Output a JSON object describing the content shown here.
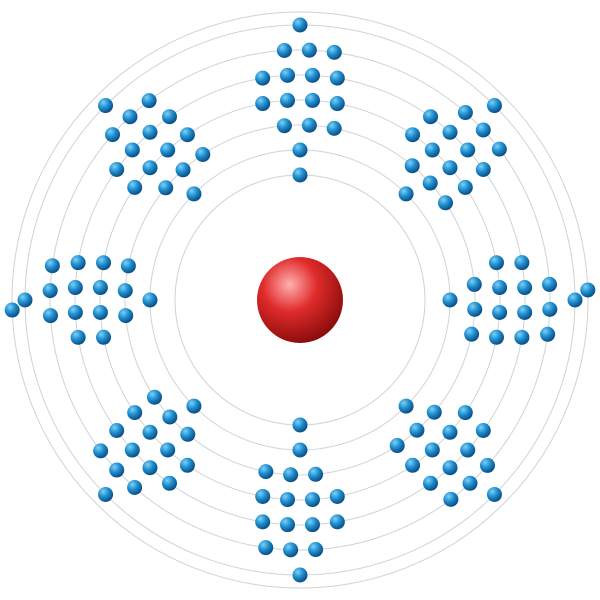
{
  "diagram": {
    "type": "bohr-model",
    "shell_electron_counts": [
      2,
      8,
      18,
      32,
      32,
      18,
      8,
      2
    ],
    "colors": {
      "shell_line": "#cfd3d6",
      "nucleus_highlight": "#ffb0b0",
      "nucleus_base": "#e02b2b",
      "nucleus_shadow": "#8c0c0c",
      "electron_highlight": "#7fd0f5",
      "electron_base": "#1f8fd0",
      "electron_shadow": "#0b4f86"
    }
  }
}
